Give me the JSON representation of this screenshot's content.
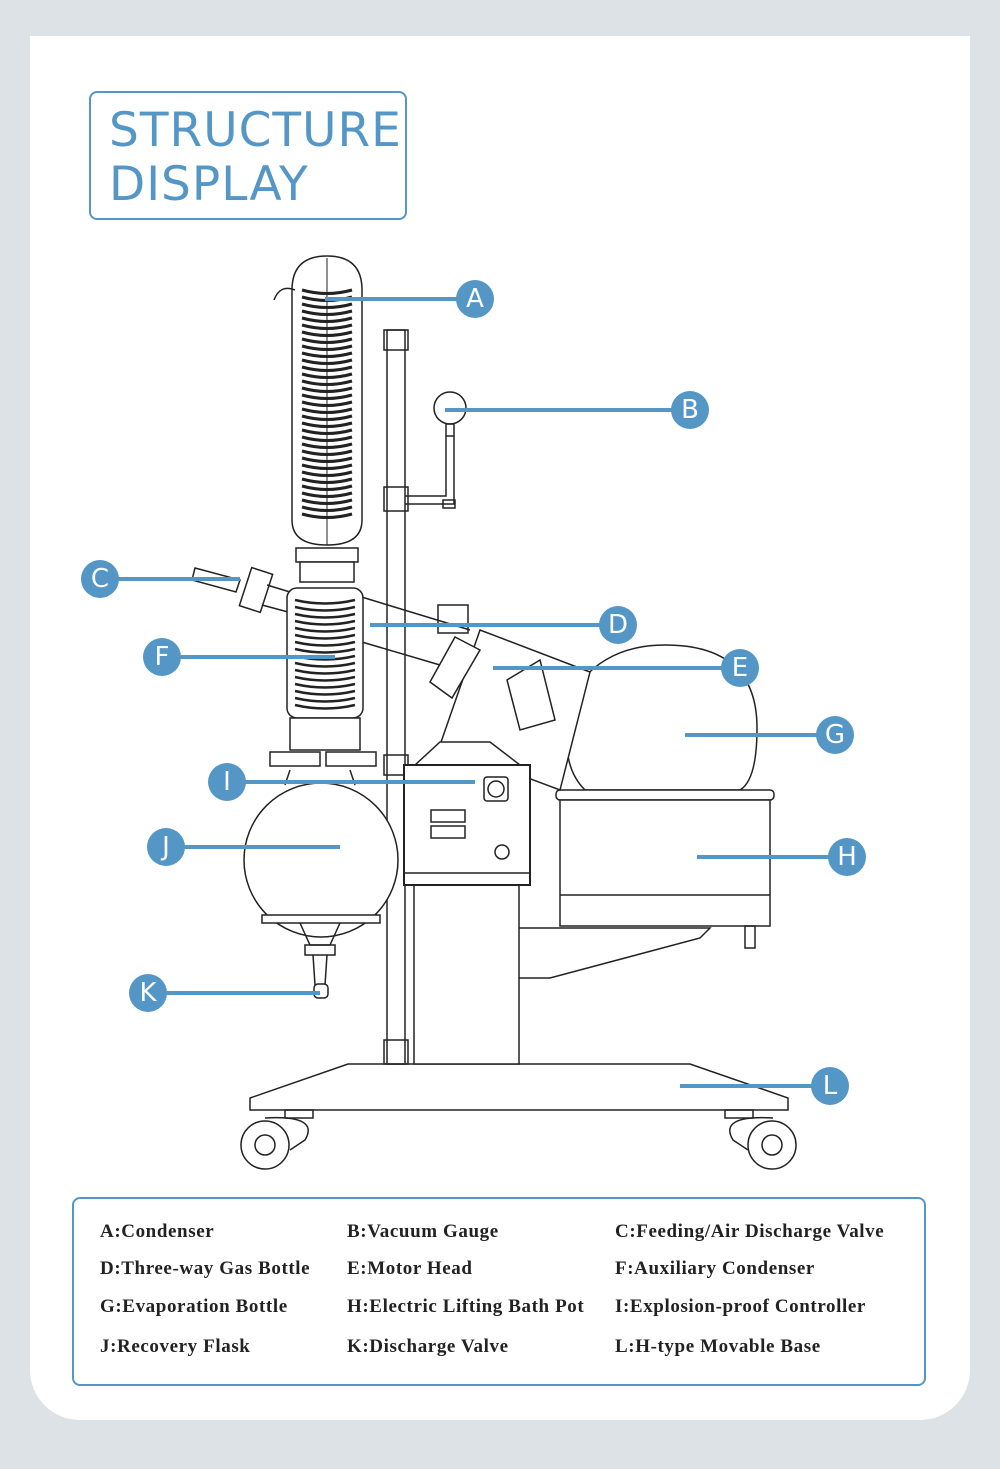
{
  "title": {
    "line1": "STRUCTURE",
    "line2": "DISPLAY"
  },
  "accent_color": "#5496c6",
  "callouts": [
    "A",
    "B",
    "C",
    "D",
    "E",
    "F",
    "G",
    "H",
    "I",
    "J",
    "K",
    "L"
  ],
  "legend": [
    [
      "A:Condenser",
      "B:Vacuum Gauge",
      "C:Feeding/Air Discharge Valve"
    ],
    [
      "D:Three-way Gas Bottle",
      "E:Motor Head",
      "F:Auxiliary Condenser"
    ],
    [
      "G:Evaporation Bottle",
      "H:Electric Lifting Bath Pot",
      "I:Explosion-proof Controller"
    ],
    [
      "J:Recovery Flask",
      "K:Discharge Valve",
      "L:H-type Movable Base"
    ]
  ]
}
